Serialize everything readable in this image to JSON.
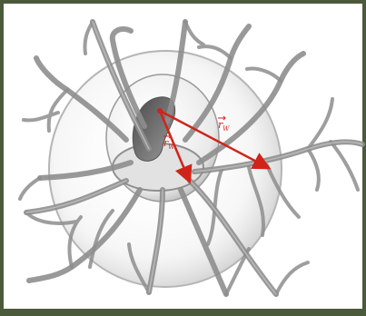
{
  "figure": {
    "vector_labels": [
      {
        "id": "r1",
        "text": "r",
        "subscript": "W"
      },
      {
        "id": "r2",
        "text": "r",
        "subscript": "W"
      }
    ],
    "colors": {
      "border": "#4b5a3a",
      "background": "#ffffff",
      "outer_sphere": "#c9c9c9",
      "inner_sphere": "#bdbdbd",
      "nucleus": "#6e6e6e",
      "dendrite": "#8e8e8e",
      "arrow": "#d0241a"
    }
  }
}
